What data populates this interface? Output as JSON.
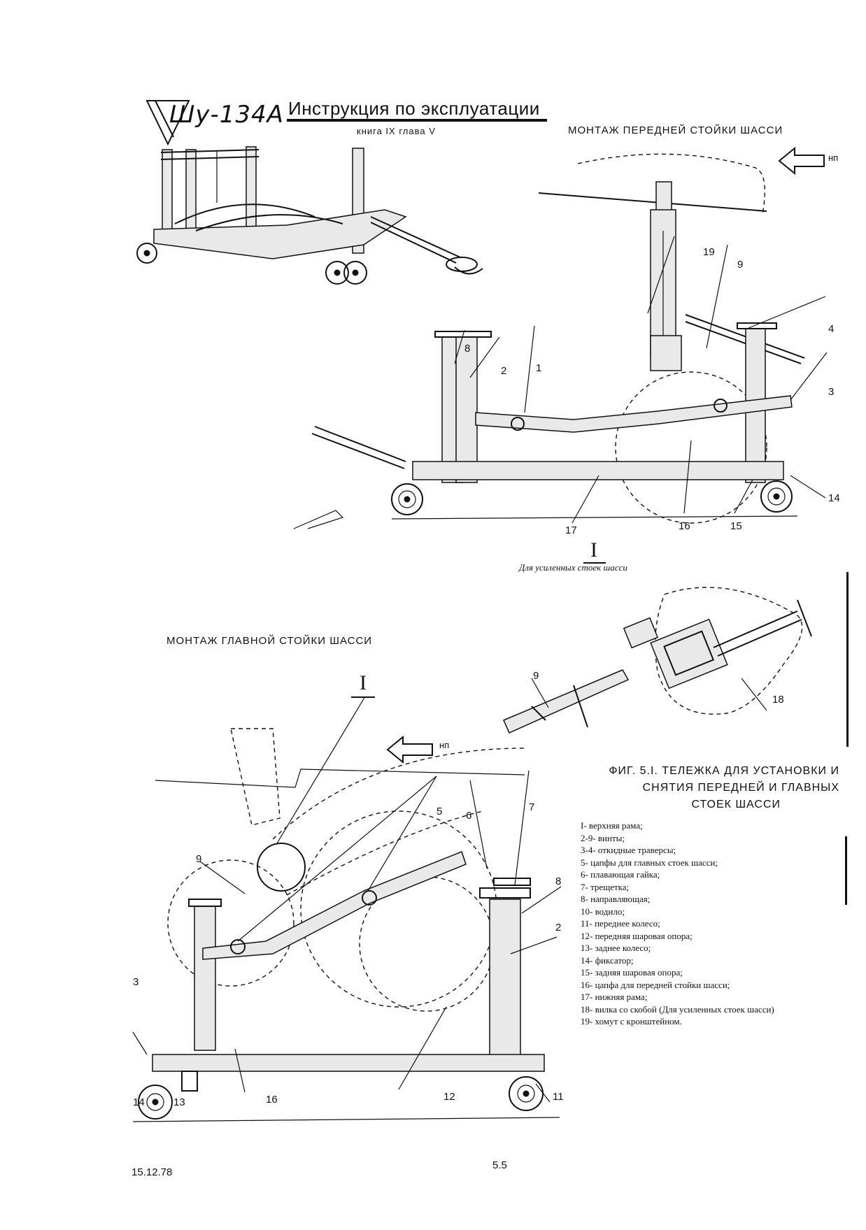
{
  "header": {
    "logo_text": "Шу-134А",
    "title": "Инструкция по эксплуатации",
    "subtitle": "книга IX глава V"
  },
  "front_section": {
    "heading": "МОНТАЖ ПЕРЕДНЕЙ СТОЙКИ ШАССИ",
    "np_label": "нп",
    "view_mark": "I",
    "view_caption": "Для усиленных стоек шасси",
    "callouts": [
      "19",
      "9",
      "4",
      "8",
      "2",
      "1",
      "3",
      "14",
      "17",
      "16",
      "15"
    ]
  },
  "detail_view": {
    "callouts": [
      "9",
      "18"
    ]
  },
  "main_section": {
    "heading": "МОНТАЖ ГЛАВНОЙ СТОЙКИ ШАССИ",
    "np_label": "нп",
    "view_mark": "I",
    "callouts": [
      "9",
      "5",
      "6",
      "7",
      "8",
      "2",
      "3",
      "14",
      "13",
      "16",
      "12",
      "11"
    ]
  },
  "figure_caption": {
    "line1": "ФИГ. 5.I. ТЕЛЕЖКА ДЛЯ   УСТАНОВКИ И",
    "line2": "СНЯТИЯ ПЕРЕДНЕЙ И  ГЛАВНЫХ",
    "line3": "СТОЕК ШАССИ"
  },
  "legend": [
    "I- верхняя рама;",
    "2-9- винты;",
    "3-4- откидные траверсы;",
    "5- цапфы для главных стоек шасси;",
    "6- плавающая гайка;",
    "7- трещетка;",
    "8- направляющая;",
    "10- водило;",
    "11- переднее колесо;",
    "12- передняя шаровая опора;",
    "13- заднее колесо;",
    "14- фиксатор;",
    "15- задняя шаровая опора;",
    "16- цапфа для передней стойки шасси;",
    "17- нижняя рама;",
    "18- вилка со скобой (Для усиленных стоек шасси)",
    "19- хомут с кронштейном."
  ],
  "footer": {
    "date": "15.12.78",
    "page": "5.5"
  }
}
